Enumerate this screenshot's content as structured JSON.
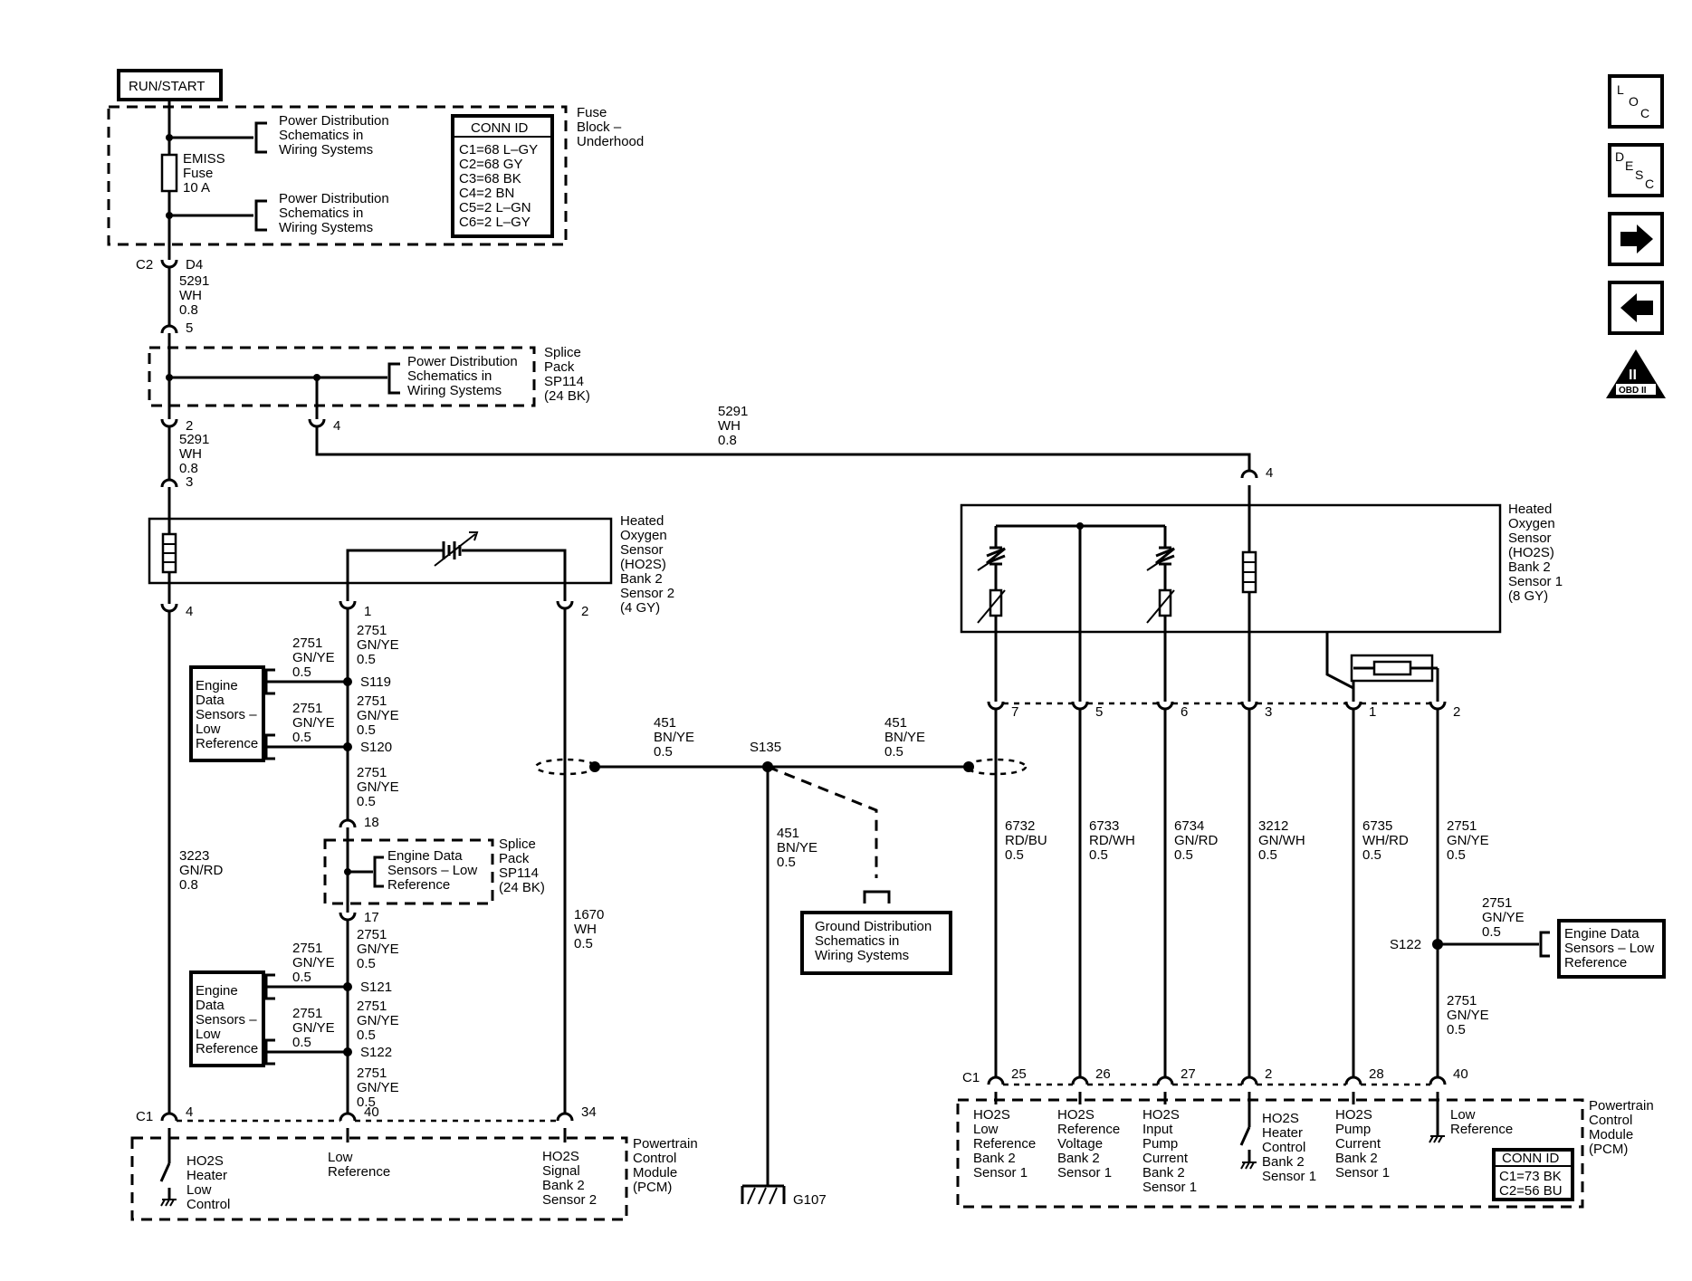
{
  "run_start": "RUN/START",
  "fuse_block": {
    "title": [
      "Fuse",
      "Block –",
      "Underhood"
    ],
    "fuse_label": [
      "EMISS",
      "Fuse",
      "10 A"
    ],
    "pd_ref": [
      "Power Distribution",
      "Schematics in",
      "Wiring Systems"
    ],
    "conn_id_title": "CONN ID",
    "conn_ids": [
      "C1=68 L–GY",
      "C2=68 GY",
      "C3=68 BK",
      "C4=2 BN",
      "C5=2 L–GN",
      "C6=2 L–GY"
    ]
  },
  "c2": "C2",
  "d4": "D4",
  "wire_5291": [
    "5291",
    "WH",
    "0.8"
  ],
  "pins": {
    "p5": "5",
    "p2": "2",
    "p3": "3",
    "p4": "4",
    "p4b": "4",
    "p4c": "4",
    "p1": "1",
    "p2b": "2",
    "p18": "18",
    "p17": "17",
    "p40": "40",
    "p34": "34",
    "p4d": "4",
    "p7": "7",
    "p5b": "5",
    "p6": "6",
    "p3b": "3",
    "p1b": "1",
    "p2c": "2",
    "p25": "25",
    "p26": "26",
    "p27": "27",
    "p2d": "2",
    "p28": "28",
    "p40b": "40"
  },
  "splice_pack": {
    "title": [
      "Splice",
      "Pack",
      "SP114",
      "(24 BK)"
    ],
    "pd_ref": [
      "Power Distribution",
      "Schematics in",
      "Wiring Systems"
    ],
    "eds_ref": [
      "Engine Data",
      "Sensors – Low",
      "Reference"
    ]
  },
  "ho2s_b2s2": [
    "Heated",
    "Oxygen",
    "Sensor",
    "(HO2S)",
    "Bank 2",
    "Sensor 2",
    "(4 GY)"
  ],
  "ho2s_b2s1": [
    "Heated",
    "Oxygen",
    "Sensor",
    "(HO2S)",
    "Bank 2",
    "Sensor 1",
    "(8 GY)"
  ],
  "wire_2751": [
    "2751",
    "GN/YE",
    "0.5"
  ],
  "eds_box": [
    "Engine",
    "Data",
    "Sensors –",
    "Low",
    "Reference"
  ],
  "splices": {
    "s119": "S119",
    "s120": "S120",
    "s121": "S121",
    "s122": "S122",
    "s122b": "S122",
    "s135": "S135"
  },
  "wire_3223": [
    "3223",
    "GN/RD",
    "0.8"
  ],
  "wire_1670": [
    "1670",
    "WH",
    "0.5"
  ],
  "wire_451": [
    "451",
    "BN/YE",
    "0.5"
  ],
  "ground_ref": [
    "Ground Distribution",
    "Schematics in",
    "Wiring Systems"
  ],
  "ground": "G107",
  "c1": "C1",
  "c1b": "C1",
  "pcm_left": {
    "title": [
      "Powertrain",
      "Control",
      "Module",
      "(PCM)"
    ],
    "heater": [
      "HO2S",
      "Heater",
      "Low",
      "Control"
    ],
    "lowref": [
      "Low",
      "Reference"
    ],
    "signal": [
      "HO2S",
      "Signal",
      "Bank 2",
      "Sensor 2"
    ]
  },
  "wires_right": [
    [
      "6732",
      "RD/BU",
      "0.5"
    ],
    [
      "6733",
      "RD/WH",
      "0.5"
    ],
    [
      "6734",
      "GN/RD",
      "0.5"
    ],
    [
      "3212",
      "GN/WH",
      "0.5"
    ],
    [
      "6735",
      "WH/RD",
      "0.5"
    ],
    [
      "2751",
      "GN/YE",
      "0.5"
    ]
  ],
  "eds_right": [
    "Engine Data",
    "Sensors – Low",
    "Reference"
  ],
  "pcm_right": {
    "title": [
      "Powertrain",
      "Control",
      "Module",
      "(PCM)"
    ],
    "f1": [
      "HO2S",
      "Low",
      "Reference",
      "Bank 2",
      "Sensor 1"
    ],
    "f2": [
      "HO2S",
      "Reference",
      "Voltage",
      "Bank 2",
      "Sensor 1"
    ],
    "f3": [
      "HO2S",
      "Input",
      "Pump",
      "Current",
      "Bank 2",
      "Sensor 1"
    ],
    "f4": [
      "HO2S",
      "Heater",
      "Control",
      "Bank 2",
      "Sensor 1"
    ],
    "f5": [
      "HO2S",
      "Pump",
      "Current",
      "Bank 2",
      "Sensor 1"
    ],
    "f6": [
      "Low",
      "Reference"
    ],
    "conn_id_title": "CONN ID",
    "conn_ids": [
      "C1=73 BK",
      "C2=56 BU"
    ]
  },
  "nav": {
    "loc": [
      "L",
      "O",
      "C"
    ],
    "desc": [
      "D",
      "E",
      "S",
      "C"
    ],
    "obd": "OBD II",
    "obd_num": "II"
  }
}
